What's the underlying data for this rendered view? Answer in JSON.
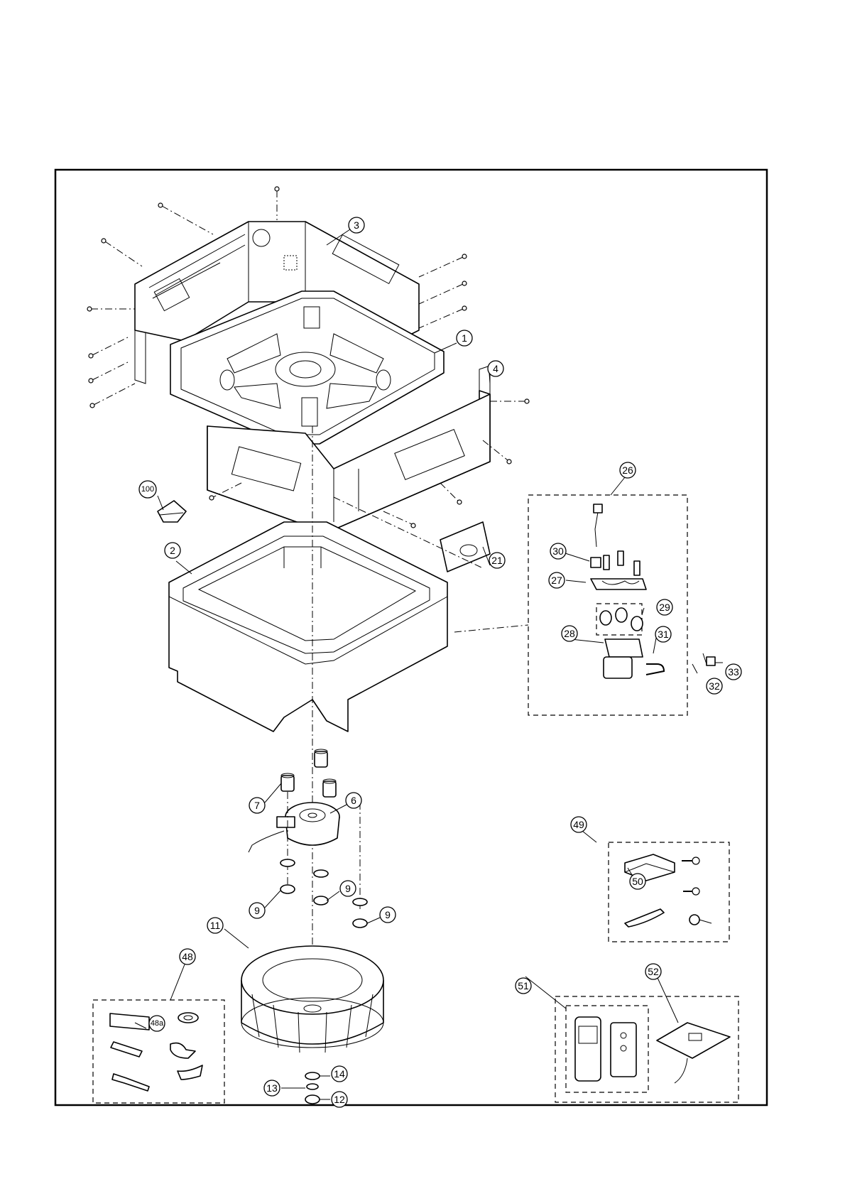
{
  "callouts": [
    {
      "id": "p1",
      "label": "1"
    },
    {
      "id": "p2",
      "label": "2"
    },
    {
      "id": "p3",
      "label": "3"
    },
    {
      "id": "p4",
      "label": "4"
    },
    {
      "id": "p6",
      "label": "6"
    },
    {
      "id": "p7",
      "label": "7"
    },
    {
      "id": "p9a",
      "label": "9"
    },
    {
      "id": "p9b",
      "label": "9"
    },
    {
      "id": "p9c",
      "label": "9"
    },
    {
      "id": "p11",
      "label": "11"
    },
    {
      "id": "p12",
      "label": "12"
    },
    {
      "id": "p13",
      "label": "13"
    },
    {
      "id": "p14",
      "label": "14"
    },
    {
      "id": "p21",
      "label": "21"
    },
    {
      "id": "p26",
      "label": "26"
    },
    {
      "id": "p27",
      "label": "27"
    },
    {
      "id": "p28",
      "label": "28"
    },
    {
      "id": "p29",
      "label": "29"
    },
    {
      "id": "p30",
      "label": "30"
    },
    {
      "id": "p31",
      "label": "31"
    },
    {
      "id": "p32",
      "label": "32"
    },
    {
      "id": "p33",
      "label": "33"
    },
    {
      "id": "p48",
      "label": "48"
    },
    {
      "id": "p48a",
      "label": "48a"
    },
    {
      "id": "p49",
      "label": "49"
    },
    {
      "id": "p50",
      "label": "50"
    },
    {
      "id": "p51",
      "label": "51"
    },
    {
      "id": "p52",
      "label": "52"
    },
    {
      "id": "p100",
      "label": "100"
    }
  ]
}
